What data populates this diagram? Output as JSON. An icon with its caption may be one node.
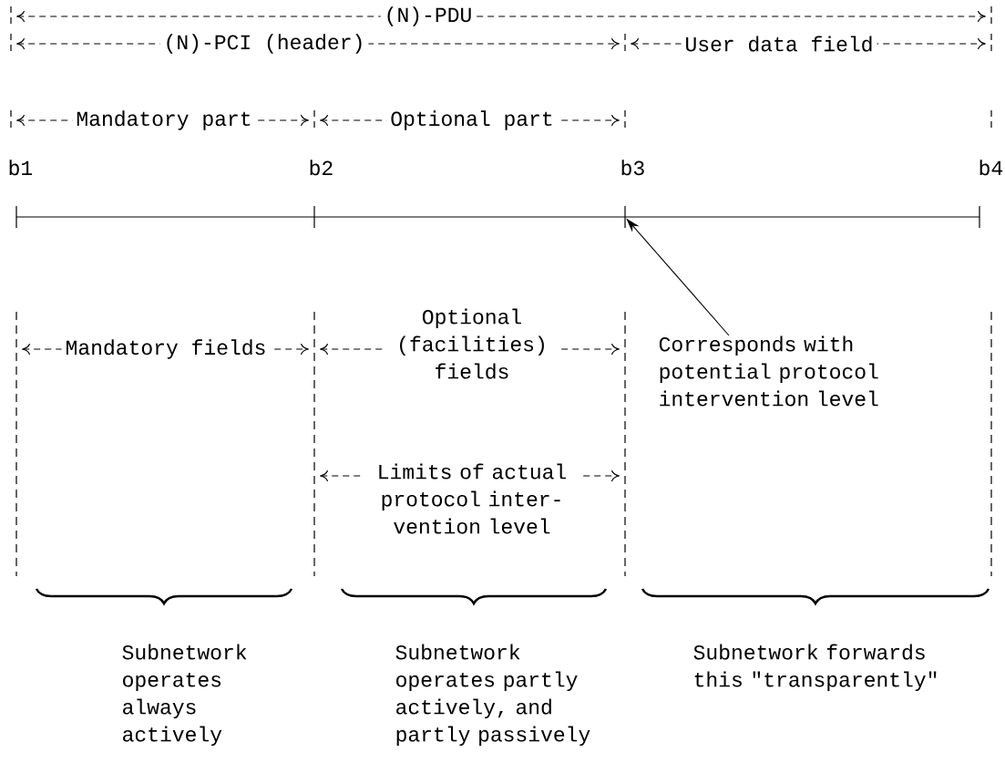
{
  "diagram": {
    "nodes": [
      {
        "text": [
          "Corresponds with potential protocol intervention level"
        ]
      },
      {
        "text": [],
        "shape": "bar"
      }
    ],
    "edges": [
      {
        "from": 0,
        "to": 1,
        "arrow": "to"
      }
    ],
    "labels": [
      "(N)-PDU",
      "(N)-PCI (header)",
      "User data field",
      "Mandatory part",
      "Optional part",
      "b1",
      "b2",
      "b3",
      "b4",
      "Mandatory fields",
      "Optional (facilities) fields",
      "Limits of actual protocol inter- vention level",
      "Subnetwork operates always actively",
      "Subnetwork operates partly actively, and partly passively",
      "Subnetwork forwards this \"transparently\""
    ]
  }
}
